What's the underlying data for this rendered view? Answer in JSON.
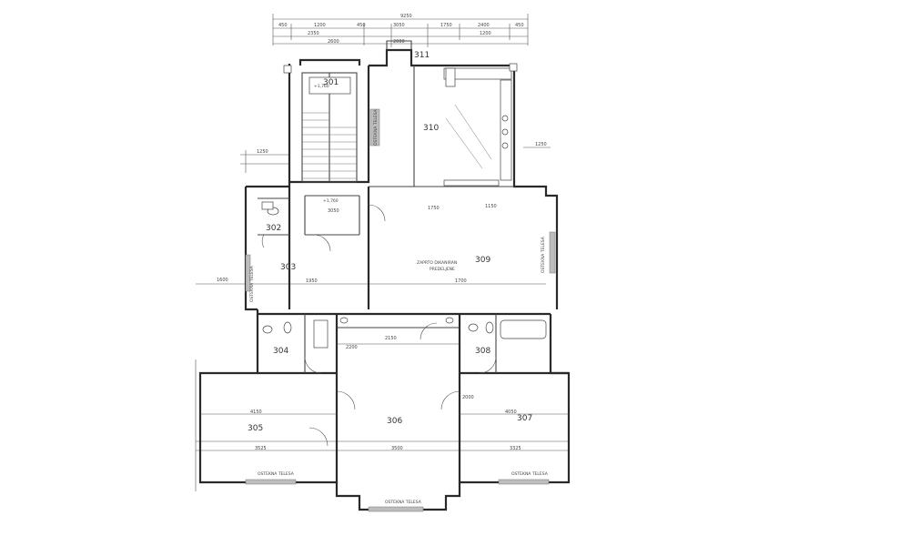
{
  "rooms": {
    "r301": "301",
    "r302": "302",
    "r303": "303",
    "r304": "304",
    "r305": "305",
    "r306": "306",
    "r307": "307",
    "r308": "308",
    "r309": "309",
    "r310": "310",
    "r311": "311"
  },
  "labels": {
    "living_note": "ZAPRTO DIKANIRAN",
    "living_note2": "PREDELJENE",
    "facade_left": "OSTEKNA TELESA",
    "facade_right": "OSTEKNA TELESA",
    "facade_bottom_left": "OSTEKNA TELESA",
    "facade_bottom_mid": "OSTEKNA TELESA",
    "facade_bottom_right": "OSTEKNA TELESA",
    "stair_note": "+1,760",
    "corridor_note": "+1,760",
    "radiator_note": "OSTEKNA TELESA"
  },
  "dims": {
    "top_total": "9250",
    "top_a": "450",
    "top_b": "1200",
    "top_c": "450",
    "top_d": "3050",
    "top_e": "1750",
    "top_f": "2400",
    "top_g": "450",
    "top2_a": "2350",
    "top2_b": "2600",
    "top2_c": "2000",
    "top2_d": "1200",
    "left_1250": "1250",
    "right_1250": "1250",
    "left_1600": "1600",
    "w_1950": "1950",
    "w_1700": "1700",
    "w_2200": "2200",
    "w_2150": "2150",
    "w_3050": "3050",
    "w_3325": "3325",
    "w_3525": "3525",
    "w_4150": "4150",
    "w_1750_b": "1750",
    "w_4050": "4050",
    "w_3500": "3500",
    "w_2000": "2000",
    "w_1150": "1150"
  }
}
